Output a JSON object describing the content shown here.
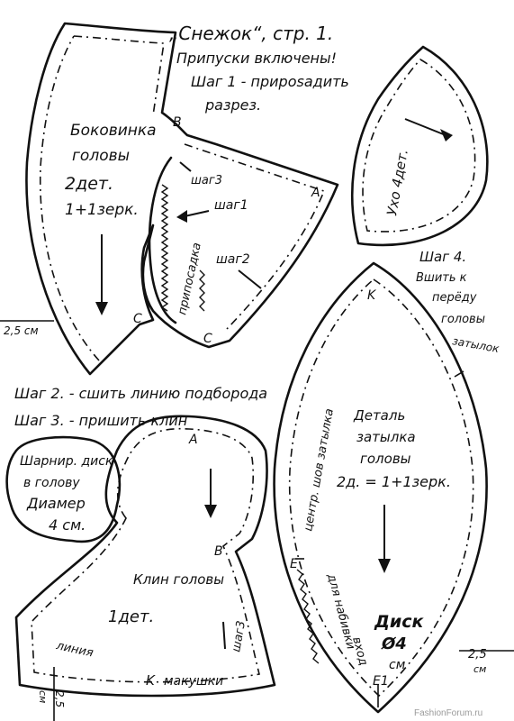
{
  "title": "„Снежок“, стр. 1.",
  "header_lines": [
    "Припуски включены!",
    "Шаг 1 - приposадить",
    "разрез."
  ],
  "side_piece": {
    "name_lines": [
      "Боковинка",
      "головы",
      "2дет.",
      "1+1зерк."
    ],
    "point_b": "B",
    "point_a": "A",
    "point_c1": "C",
    "point_c2": "C",
    "step3": "шаг3",
    "step1": "шаг1",
    "step2": "шаг2",
    "gather": "припосадка"
  },
  "ear": {
    "label": "Ухо 4дет."
  },
  "back": {
    "step4_lines": [
      "Шаг 4.",
      "Вшить к",
      "перёду",
      "головы",
      "затылок"
    ],
    "point_k": "K",
    "seam_label": "центр. шов затылка",
    "name_lines": [
      "Деталь",
      "затылка",
      "головы",
      "2д. = 1+1зерк."
    ],
    "point_e": "E",
    "point_e1": "E1",
    "stuffing": "для набивки",
    "entry": "вход",
    "disc_lines": [
      "Диск",
      "Ø4",
      "см"
    ],
    "allowance": "2,5",
    "allowance_unit": "см"
  },
  "steps": {
    "step2": "Шаг 2. - сшить линию подборода",
    "step3": "Шаг 3. - пришить клин"
  },
  "disc_note": {
    "lines": [
      "Шарнир. диск",
      "в голову",
      "Диамер",
      "4 см."
    ]
  },
  "gusset": {
    "point_a": "A",
    "point_b": "B",
    "name_lines": [
      "Клин головы",
      "1дет."
    ],
    "step3": "шаг3",
    "line_label": "линия",
    "point_k": "K",
    "crown": "макушки",
    "allowance": "2,5",
    "allowance_unit": "см"
  },
  "left_allowance": "2,5 см",
  "watermark": "FashionForum.ru"
}
